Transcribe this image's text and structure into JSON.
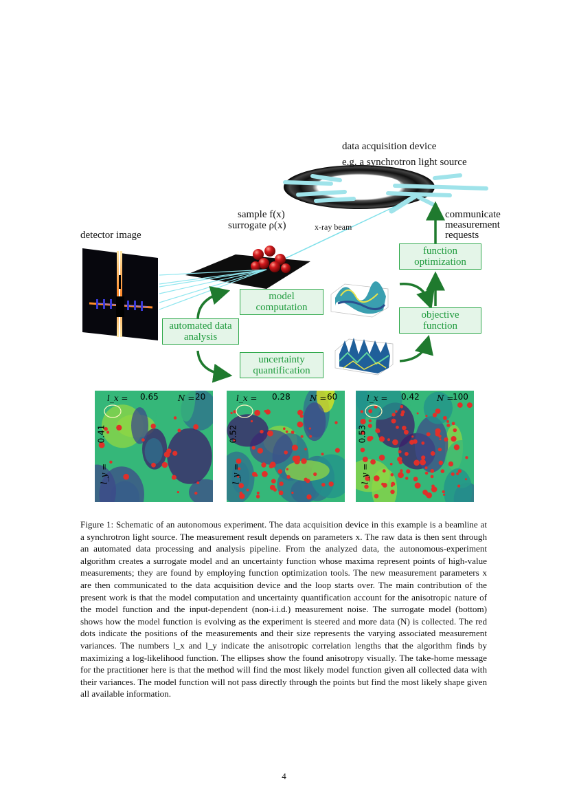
{
  "figure": {
    "device_title": "data acquisition device",
    "device_subtitle": "e.g. a synchrotron light source",
    "sample_label": "sample f(x)",
    "surrogate_label": "surrogate ρ(x)",
    "beam_label": "x-ray beam",
    "detector_label": "detector image",
    "communicate_label": [
      "communicate",
      "measurement",
      "requests"
    ],
    "boxes": {
      "function_optimization": [
        "function",
        "optimization"
      ],
      "model_computation": [
        "model",
        "computation"
      ],
      "objective_function": [
        "objective",
        "function"
      ],
      "automated_data_analysis": [
        "automated data",
        "analysis"
      ],
      "uncertainty_quantification": [
        "uncertainty",
        "quantification"
      ]
    },
    "colors": {
      "green_box": "#2ea84a",
      "box_fill": "#e4f5e8",
      "arrow": "#1f7a2e",
      "beam": "#7fe0ea",
      "dots": "#e0302a"
    },
    "panels": [
      {
        "lx_label": "l_x =",
        "lx": "0.65",
        "ly_label": "l_y =",
        "ly": "0.41",
        "n_label": "N =",
        "n": "20"
      },
      {
        "lx_label": "l_x =",
        "lx": "0.28",
        "ly_label": "l_y =",
        "ly": "0.52",
        "n_label": "N =",
        "n": "60"
      },
      {
        "lx_label": "l_x =",
        "lx": "0.42",
        "ly_label": "l_y =",
        "ly": "0.53",
        "n_label": "N =",
        "n": "100"
      }
    ]
  },
  "caption": "Figure 1: Schematic of an autonomous experiment. The data acquisition device in this example is a beamline at a synchrotron light source. The measurement result depends on parameters x. The raw data is then sent through an automated data processing and analysis pipeline. From the analyzed data, the autonomous-experiment algorithm creates a surrogate model and an uncertainty function whose maxima represent points of high-value measurements; they are found by employing function optimization tools. The new measurement parameters x are then communicated to the data acquisition device and the loop starts over. The main contribution of the present work is that the model computation and uncertainty quantification account for the anisotropic nature of the model function and the input-dependent (non-i.i.d.) measurement noise. The surrogate model (bottom) shows how the model function is evolving as the experiment is steered and more data (N) is collected. The red dots indicate the positions of the measurements and their size represents the varying associated measurement variances. The numbers l_x and l_y indicate the anisotropic correlation lengths that the algorithm finds by maximizing a log-likelihood function. The ellipses show the found anisotropy visually. The take-home message for the practitioner here is that the method will find the most likely model function given all collected data with their variances. The model function will not pass directly through the points but find the most likely shape given all available information.",
  "page_number": "4"
}
